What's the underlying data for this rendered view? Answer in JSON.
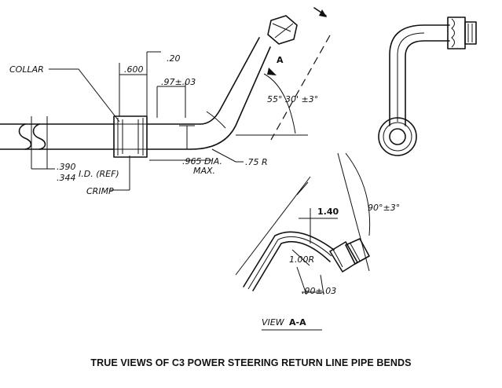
{
  "labels": {
    "collar": "COLLAR",
    "crimp": "CRIMP",
    "dim_20": ".20",
    "dim_600": ".600",
    "dim_97": ".97±.03",
    "angle_55": "55° 30' ±3°",
    "dim_965_line1": ".965 DIA.",
    "dim_965_line2": "MAX.",
    "dim_75r": ".75 R",
    "dim_390": ".390",
    "dim_344": ".344",
    "dim_id": "I.D. (REF)",
    "section_mark": "A",
    "dim_140": "1.40",
    "angle_90": "90°±3°",
    "dim_100r": "1.00R",
    "dim_90": ".90±.03",
    "view_label": "VIEW",
    "view_letters": "A-A"
  },
  "caption": "TRUE VIEWS OF C3 POWER STEERING RETURN LINE PIPE BENDS"
}
